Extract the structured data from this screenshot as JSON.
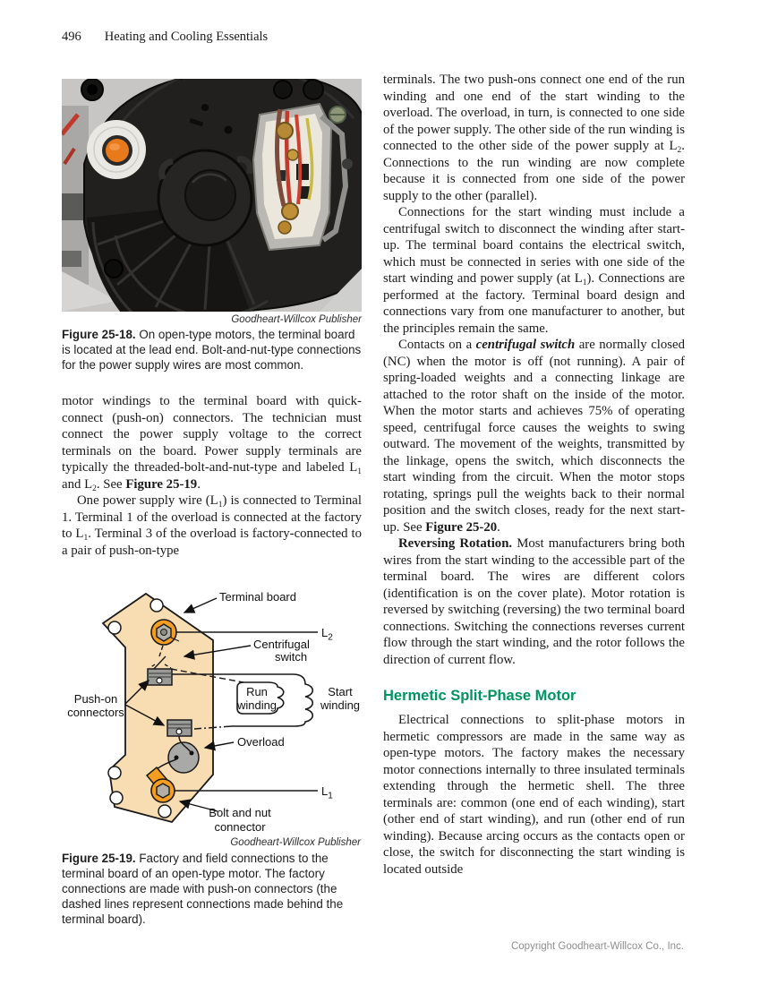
{
  "page": {
    "number": "496",
    "running_title": "Heating and Cooling Essentials",
    "footer": "Copyright Goodheart-Willcox Co., Inc."
  },
  "left_column": {
    "paragraphs": [
      [
        {
          "t": "motor windings to the terminal board with quick-connect (push-on) connectors. The technician must connect the power supply voltage to the correct terminals on the board. Power supply terminals are typically the threaded-bolt-and-nut-type and labeled L"
        },
        {
          "t": "1",
          "s": "sub"
        },
        {
          "t": " and L"
        },
        {
          "t": "2",
          "s": "sub"
        },
        {
          "t": ". See "
        },
        {
          "t": "Figure 25-19",
          "s": "b"
        },
        {
          "t": "."
        }
      ],
      [
        {
          "t": "One power supply wire (L"
        },
        {
          "t": "1",
          "s": "sub"
        },
        {
          "t": ") is connected to Terminal 1. Terminal 1 of the overload is connected at the factory to L"
        },
        {
          "t": "1",
          "s": "sub"
        },
        {
          "t": ". Terminal 3 of the overload is factory-connected to a pair of push-on-type"
        }
      ]
    ]
  },
  "right_column": {
    "paragraphs_before_heading": [
      [
        {
          "t": "terminals. The two push-ons connect one end of the run winding and one end of the start winding to the overload. The overload, in turn, is connected to one side of the power supply. The other side of the run winding is connected to the other side of the power supply at L"
        },
        {
          "t": "2",
          "s": "sub"
        },
        {
          "t": ". Connections to the run winding are now complete because it is connected from one side of the power supply to the other (parallel)."
        }
      ],
      [
        {
          "t": "Connections for the start winding must include a centrifugal switch to disconnect the winding after start-up. The terminal board contains the electrical switch, which must be connected in series with one side of the start winding and power supply (at L"
        },
        {
          "t": "1",
          "s": "sub"
        },
        {
          "t": "). Connections are performed at the factory. Terminal board design and connections vary from one manufacturer to another, but the principles remain the same."
        }
      ],
      [
        {
          "t": "Contacts on a "
        },
        {
          "t": "centrifugal switch",
          "s": "bi"
        },
        {
          "t": " are normally closed (NC) when the motor is off (not running). A pair of spring-loaded weights and a connecting linkage are attached to the rotor shaft on the inside of the motor. When the motor starts and achieves 75% of operating speed, centrifugal force causes the weights to swing outward. The movement of the weights, transmitted by the linkage, opens the switch, which disconnects the start winding from the circuit. When the motor stops rotating, springs pull the weights back to their normal position and the switch closes, ready for the next start-up. See "
        },
        {
          "t": "Figure 25-20",
          "s": "b"
        },
        {
          "t": "."
        }
      ],
      [
        {
          "t": "Reversing Rotation.",
          "s": "b"
        },
        {
          "t": " Most manufacturers bring both wires from the start winding to the accessible part of the terminal board. The wires are different colors (identification is on the cover plate). Motor rotation is reversed by switching (reversing) the two terminal board connections. Switching the connections reverses current flow through the start winding, and the rotor follows the direction of current flow."
        }
      ]
    ],
    "heading": "Hermetic Split-Phase Motor",
    "heading_color": "#009460",
    "paragraphs_after_heading": [
      [
        {
          "t": "Electrical connections to split-phase motors in hermetic compressors are made in the same way as open-type motors. The factory makes the necessary motor connections internally to three insulated terminals extending through the hermetic shell. The three terminals are: common (one end of each winding), start (other end of start winding), and run (other end of run winding). Because arcing occurs as the contacts open or close, the switch for disconnecting the start winding is located outside"
        }
      ]
    ]
  },
  "figure_25_18": {
    "credit": "Goodheart-Willcox Publisher",
    "caption": [
      {
        "t": "Figure 25-18.",
        "s": "b"
      },
      {
        "t": " On open-type motors, the terminal board is located at the lead end. Bolt-and-nut-type connections for the power supply wires are most common."
      }
    ],
    "photo_colors": {
      "background": "#C7C6C4",
      "housing": "#21201E",
      "reset_button": "#E87A1C",
      "label_ring": "#EAE8E3",
      "terminal_board": "#EBE7DC",
      "wire_red": "#C13A2B",
      "wire_brown": "#7C4B3A",
      "wire_yellow": "#C9BA45"
    }
  },
  "figure_25_19": {
    "credit": "Goodheart-Willcox Publisher",
    "caption": [
      {
        "t": "Figure 25-19.",
        "s": "b"
      },
      {
        "t": " Factory and field connections to the terminal board of an open-type motor. The factory connections are made with push-on connectors (the dashed lines represent connections made behind the terminal board)."
      }
    ],
    "labels": {
      "terminal_board": "Terminal board",
      "centrifugal_1": "Centrifugal",
      "centrifugal_2": "switch",
      "run_1": "Run",
      "run_2": "winding",
      "start_1": "Start",
      "start_2": "winding",
      "push_on_1": "Push-on",
      "push_on_2": "connectors",
      "overload": "Overload",
      "bolt_1": "Bolt and nut",
      "bolt_2": "connector",
      "l1_base": "L",
      "l1_sub": "1",
      "l2_base": "L",
      "l2_sub": "2"
    },
    "colors": {
      "board_tan": "#F8DDB2",
      "terminal_orange": "#F49D1F",
      "connector_gray": "#9A9A98",
      "overload_gray": "#A9A9A7"
    }
  }
}
